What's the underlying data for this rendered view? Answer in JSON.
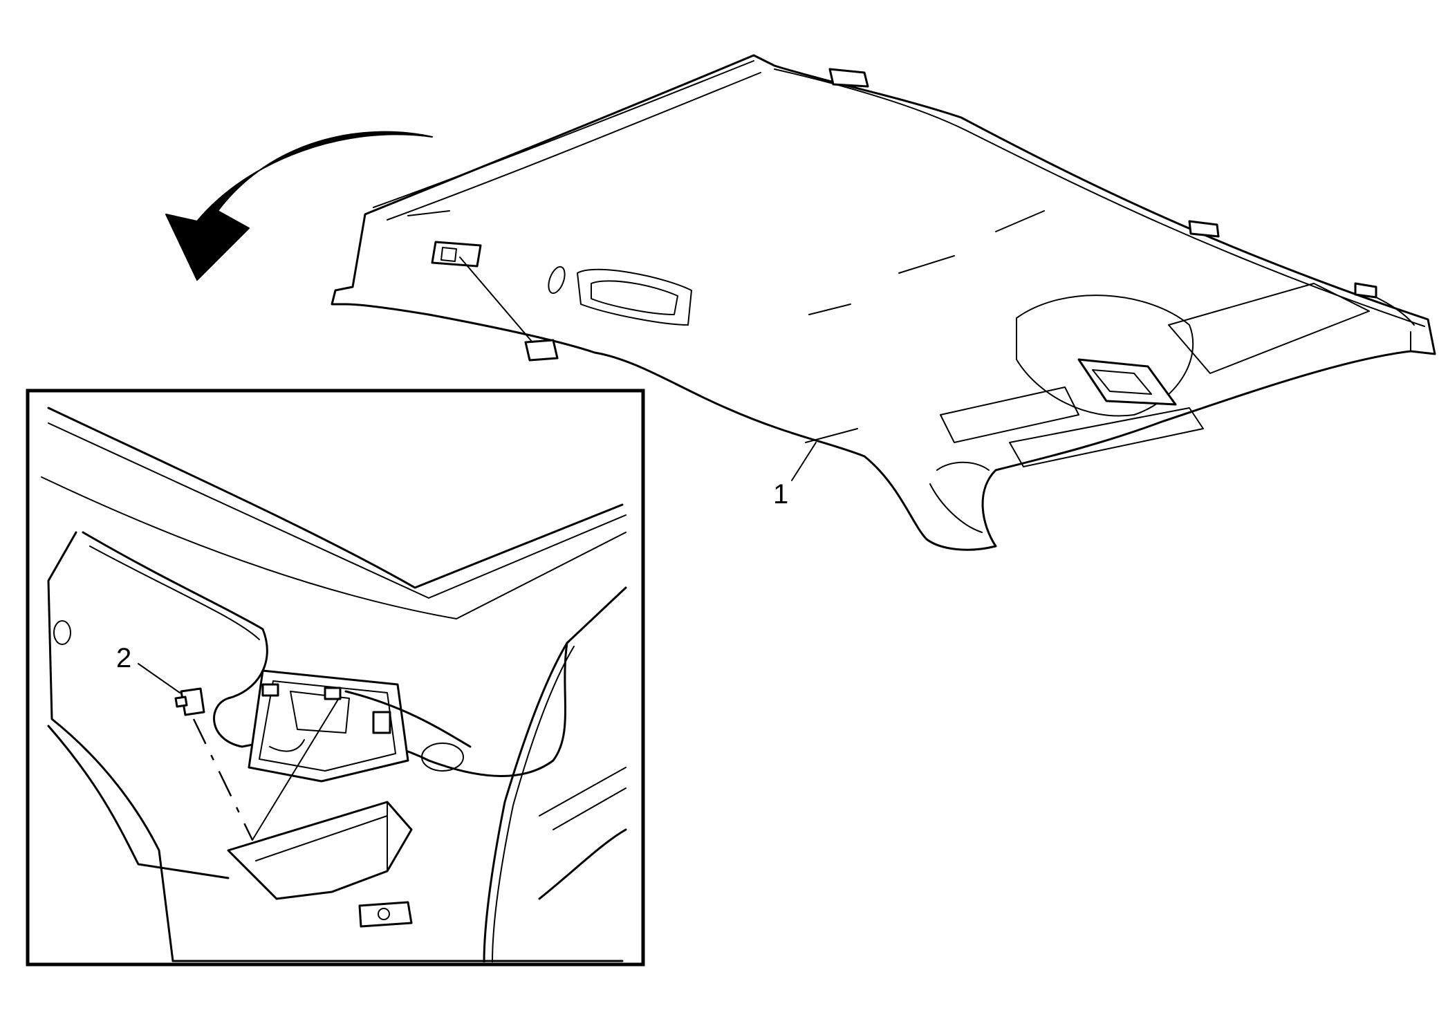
{
  "callouts": [
    {
      "label": "1",
      "part": "headliner"
    },
    {
      "label": "2",
      "part": "connector"
    }
  ],
  "icons": {
    "arrow": "curved-arrow-icon"
  }
}
